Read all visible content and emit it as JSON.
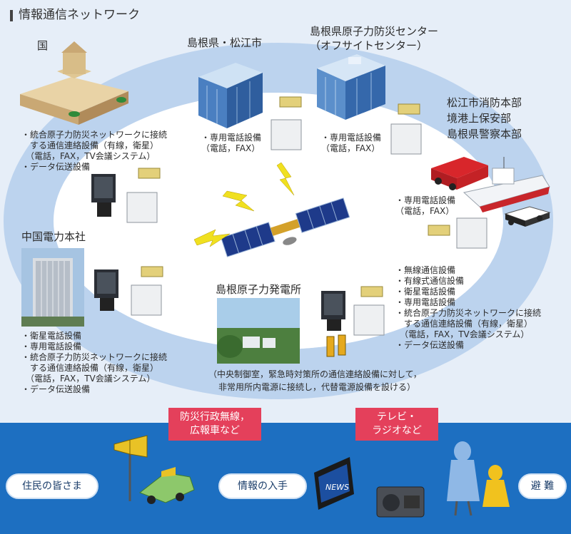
{
  "header": {
    "title": "情報通信ネットワーク"
  },
  "nodes": {
    "kuni": {
      "name": "国",
      "items": [
        "・統合原子力防災ネットワークに接続",
        "　する通信連絡設備（有線，衛星）",
        "　（電話，FAX，TV会議システム）",
        "・データ伝送設備"
      ]
    },
    "shimane": {
      "name": "島根県・松江市",
      "items": [
        "・専用電話設備",
        "（電話，FAX）"
      ]
    },
    "offsite": {
      "name_line1": "島根県原子力防災センター",
      "name_line2": "（オフサイトセンター）",
      "items": [
        "・専用電話設備",
        "（電話，FAX）"
      ]
    },
    "fire": {
      "name_lines": [
        "松江市消防本部",
        "境港上保安部",
        "島根県警察本部"
      ],
      "items": [
        "・専用電話設備",
        "（電話，FAX）"
      ]
    },
    "chugoku": {
      "name": "中国電力本社",
      "items": [
        "・衛星電話設備",
        "・専用電話設備",
        "・統合原子力防災ネットワークに接続",
        "　する通信連絡設備（有線，衛星）",
        "　（電話，FAX，TV会議システム）",
        "・データ伝送設備"
      ]
    },
    "plant": {
      "name": "島根原子力発電所",
      "items": [
        "・無線通信設備",
        "・有線式通信設備",
        "・衛星電話設備",
        "・専用電話設備",
        "・統合原子力防災ネットワークに接続",
        "　する通信連絡設備（有線，衛星）",
        "　（電話，FAX，TV会議システム）",
        "・データ伝送設備"
      ],
      "note_line1": "（中央制御室，緊急時対策所の通信連絡設備に対して，",
      "note_line2": "非常用所内電源に接続し，代替電源設備を設ける）"
    }
  },
  "bottom": {
    "residents": "住民の皆さま",
    "info": "情報の入手",
    "evac": "避 難",
    "tag1_line1": "防災行政無線，",
    "tag1_line2": "広報車など",
    "tag2_line1": "テレビ・",
    "tag2_line2": "ラジオなど",
    "news": "NEWS"
  },
  "colors": {
    "ring": "#bcd3ee",
    "band": "#1d6fc1",
    "tag": "#e4405b",
    "bg_top": "#e6eef8"
  },
  "icons": [
    "government-building-icon",
    "office-building-icon",
    "phone-fax-icon",
    "fire-truck-icon",
    "ship-icon",
    "police-car-icon",
    "satellite-icon",
    "lightning-icon",
    "monitor-icon",
    "speaker-icon",
    "radio-icon",
    "tv-icon",
    "people-icon"
  ]
}
